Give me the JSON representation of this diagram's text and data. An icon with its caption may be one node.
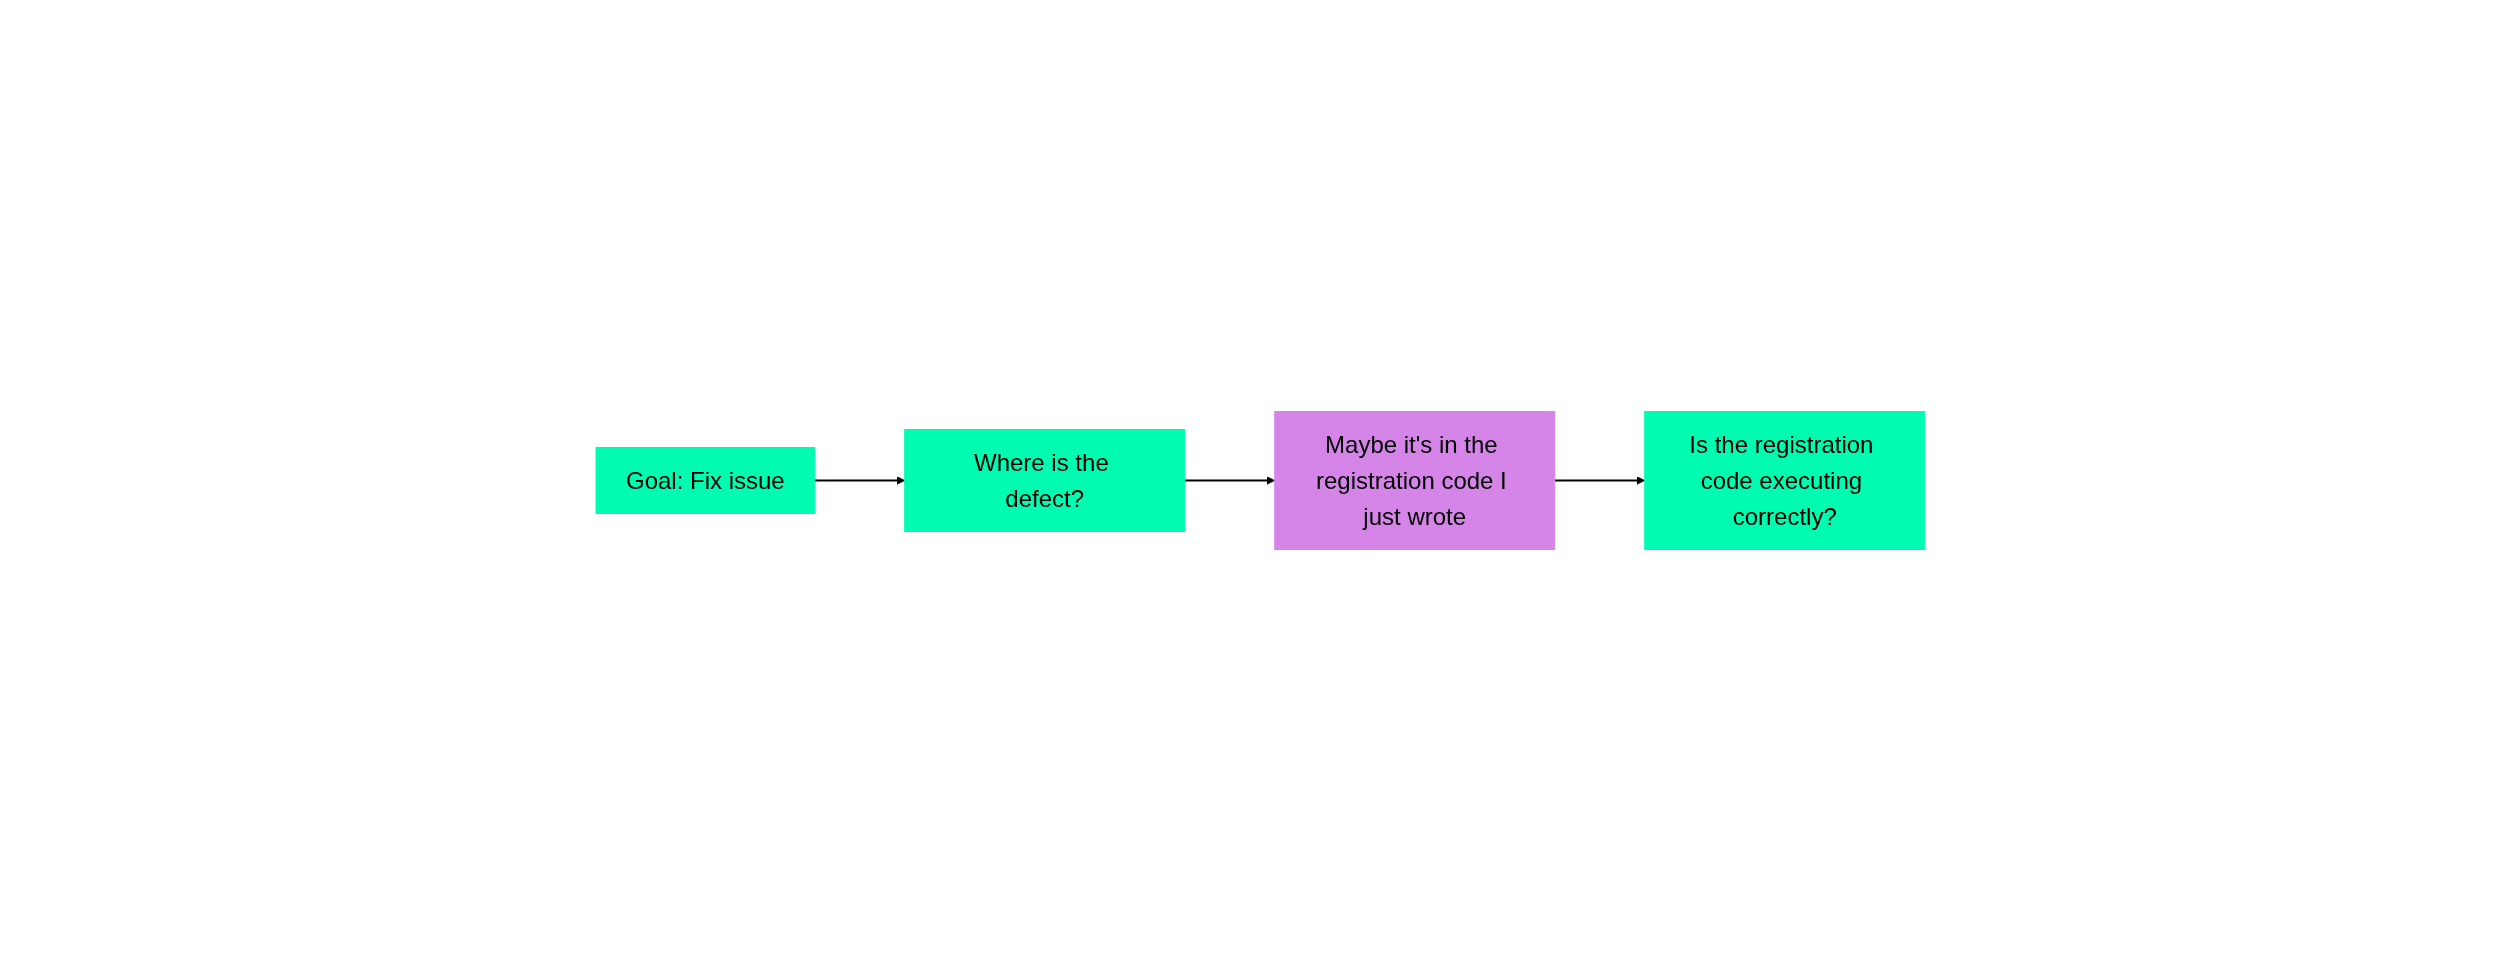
{
  "diagram": {
    "nodes": [
      {
        "text": [
          "Goal: Fix issue"
        ]
      },
      {
        "text": [
          "Where is the defect?"
        ]
      },
      {
        "text": [
          "Maybe it's in the registration code I just wrote"
        ]
      },
      {
        "text": [
          "Is the registration code executing correctly?"
        ]
      }
    ],
    "edges": [
      {
        "from": 0,
        "to": 1,
        "arrow": "to"
      },
      {
        "from": 1,
        "to": 2,
        "arrow": "to"
      },
      {
        "from": 2,
        "to": 3,
        "arrow": "to"
      }
    ]
  }
}
